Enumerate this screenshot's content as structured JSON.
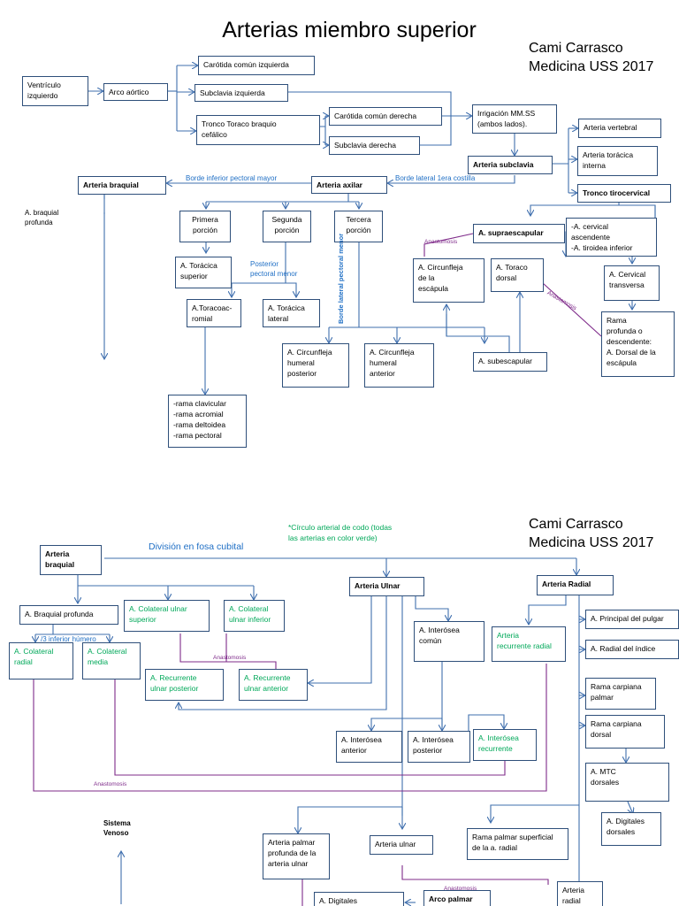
{
  "slide1": {
    "title": "Arterias miembro superior",
    "author": [
      "Cami Carrasco",
      "Medicina USS 2017"
    ],
    "boxes": {
      "ventriculo": "Ventrículo\nizquierdo",
      "arco_aortico": "Arco aórtico",
      "carotida_izq": "Carótida común izquierda",
      "subclavia_izq": "Subclavia izquierda",
      "tronco_toraco": "Tronco Toraco braquio\ncefálico",
      "carotida_der": "Carótida común derecha",
      "subclavia_der": "Subclavia derecha",
      "irrigacion": "Irrigación MM.SS\n(ambos lados).",
      "arteria_vertebral": "Arteria vertebral",
      "toracica_interna": "Arteria torácica\ninterna",
      "arteria_subclavia": "Arteria subclavia",
      "tronco_tirocervical": "Tronco tirocervical",
      "arteria_braquial": "Arteria braquial",
      "arteria_axilar": "Arteria axilar",
      "primera_porcion": "Primera\nporción",
      "segunda_porcion": "Segunda\nporción",
      "tercera_porcion": "Tercera\nporción",
      "supraescapular": "A. supraescapular",
      "cervical_ascendente": "-A. cervical\nascendente\n-A. tiroidea inferior",
      "toracica_superior": "A. Torácica\nsuperior",
      "toracoacromial": "A.Toracoac-\nromial",
      "toracica_lateral": "A. Torácica\nlateral",
      "circunfleja_escapula": "A. Circunfleja\nde la\nescápula",
      "toraco_dorsal": "A. Toraco\ndorsal",
      "cervical_transversa": "A. Cervical\ntransversa",
      "rama_profunda": "Rama\nprofunda o\ndescendente:\nA. Dorsal de la\nescápula",
      "circunfleja_posterior": "A. Circunfleja\nhumeral\nposterior",
      "circunfleja_anterior": "A. Circunfleja\nhumeral\nanterior",
      "subescapular": "A. subescapular",
      "ramas": "-rama clavicular\n-rama acromial\n-rama deltoidea\n-rama pectoral"
    },
    "labels": {
      "braquial_profunda": "A. braquial\nprofunda",
      "borde_inferior": "Borde inferior pectoral mayor",
      "borde_lateral": "Borde lateral 1era costilla",
      "posterior_pectoral": "Posterior\npectoral menor",
      "borde_lateral_pectoral": "Borde lateral\npectoral menor",
      "anastomosis_1": "Anastomosis",
      "anastomosis_2": "Anastomosis"
    }
  },
  "slide2": {
    "author": [
      "Cami Carrasco",
      "Medicina USS 2017"
    ],
    "note": "*Círculo arterial de codo (todas\nlas arterias en color verde)",
    "division": "División en fosa cubital",
    "boxes": {
      "arteria_braquial": "Arteria\nbraquial",
      "braquial_profunda": "A. Braquial profunda",
      "colateral_ulnar_superior": "A. Colateral ulnar\nsuperior",
      "colateral_ulnar_inferior": "A. Colateral\nulnar inferior",
      "arteria_ulnar": "Arteria Ulnar",
      "arteria_radial": "Arteria Radial",
      "colateral_radial": "A. Colateral\nradial",
      "colateral_media": "A. Colateral\nmedia",
      "recurrente_ulnar_posterior": "A. Recurrente\nulnar posterior",
      "recurrente_ulnar_anterior": "A. Recurrente\nulnar anterior",
      "interosea_comun": "A. Interósea\ncomún",
      "recurrente_radial": "Arteria\nrecurrente radial",
      "principal_pulgar": "A. Principal del pulgar",
      "radial_indice": "A. Radial del índice",
      "carpiana_palmar": "Rama carpiana\npalmar",
      "carpiana_dorsal": "Rama carpiana\ndorsal",
      "interosea_anterior": "A. Interósea\nanterior",
      "interosea_posterior": "A. Interósea\nposterior",
      "interosea_recurrente": "A. Interósea\nrecurrente",
      "mtc_dorsales": "A. MTC\ndorsales",
      "digitales_dorsales": "A. Digitales\ndorsales",
      "palmar_profunda": "Arteria palmar\nprofunda de la\narteria ulnar",
      "arteria_ulnar_2": "Arteria ulnar",
      "rama_palmar_superficial": "Rama palmar superficial\nde la a. radial",
      "arteria_radial_2": "Arteria\nradial",
      "digitales": "A. Digitales",
      "arco_palmar": "Arco palmar"
    },
    "labels": {
      "inferior_humero": "/3 inferior húmero",
      "anastomosis_1": "Anastomosis",
      "anastomosis_2": "Anastomosis",
      "anastomosis_3": "Anastomosis",
      "sistema_venoso": "Sistema\nVenoso"
    }
  }
}
